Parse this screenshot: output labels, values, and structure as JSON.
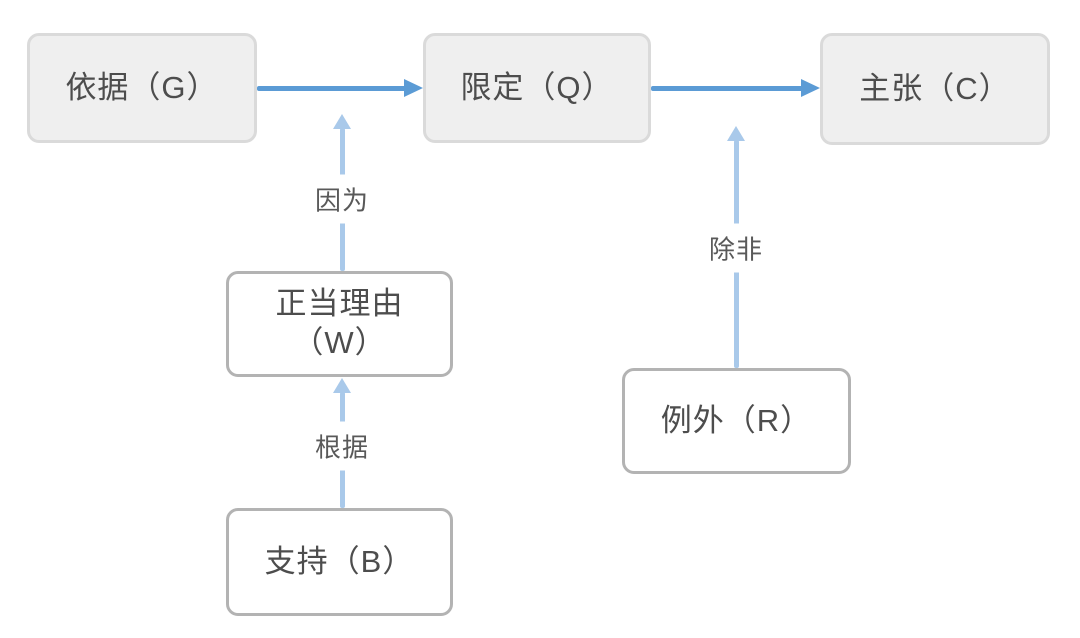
{
  "colors": {
    "background": "#ffffff",
    "gray_node_fill": "#efefef",
    "gray_node_border": "#dadada",
    "white_node_fill": "#ffffff",
    "white_node_border": "#b3b3b3",
    "node_text": "#4d4d4d",
    "arrow_horizontal_blue": "#5b9bd5",
    "arrow_vertical_blue": "#a9c9ea",
    "edge_label_text": "#595959"
  },
  "nodes": {
    "grounds": {
      "label": "依据（G）"
    },
    "qualifier": {
      "label": "限定（Q）"
    },
    "claim": {
      "label": "主张（C）"
    },
    "warrant": {
      "line1": "正当理由",
      "line2": "（W）"
    },
    "backing": {
      "label": "支持（B）"
    },
    "rebuttal": {
      "label": "例外（R）"
    }
  },
  "edges": {
    "grounds_to_qualifier": {
      "label": ""
    },
    "qualifier_to_claim": {
      "label": ""
    },
    "warrant_to_main": {
      "label": "因为"
    },
    "backing_to_warrant": {
      "label": "根据"
    },
    "rebuttal_to_main": {
      "label": "除非"
    }
  }
}
